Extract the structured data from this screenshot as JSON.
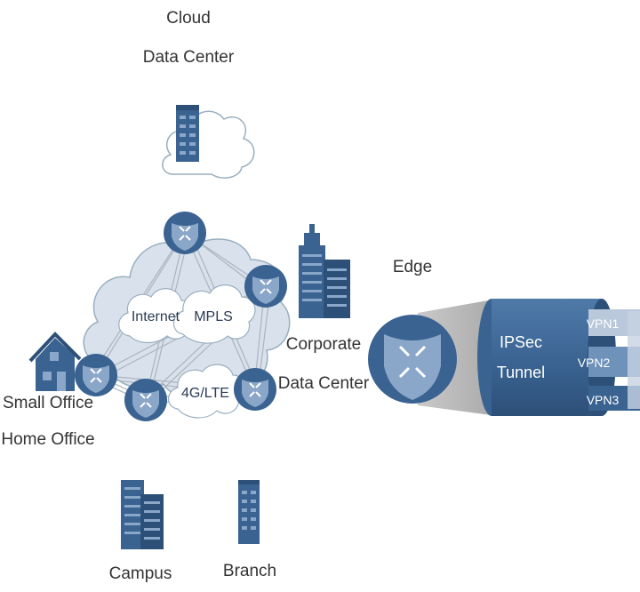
{
  "labels": {
    "cloud_dc_line1": "Cloud",
    "cloud_dc_line2": "Data Center",
    "internet": "Internet",
    "mpls": "MPLS",
    "lte": "4G/LTE",
    "corporate_line1": "Corporate",
    "corporate_line2": "Data Center",
    "small_office_line1": "Small Office",
    "small_office_line2": "Home Office",
    "campus": "Campus",
    "branch": "Branch",
    "edge": "Edge",
    "tunnel_line1": "IPSec",
    "tunnel_line2": "Tunnel",
    "vpn1": "VPN1",
    "vpn2": "VPN2",
    "vpn3": "VPN3"
  },
  "colors": {
    "primary": "#3a6391",
    "dark": "#2c5078",
    "light": "#8aa6c8",
    "cloud_fill": "#d9e2ec",
    "cloud_stroke": "#9aaebf"
  }
}
